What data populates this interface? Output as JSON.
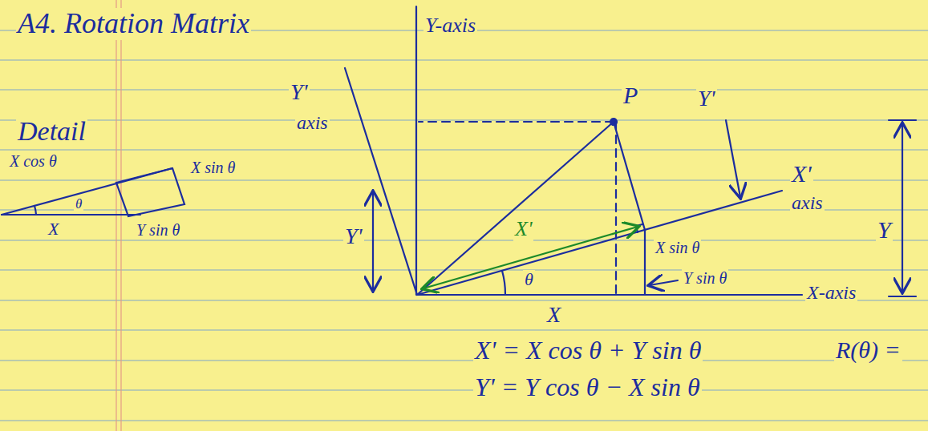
{
  "diagram": {
    "title": "A4. Rotation Matrix",
    "labels": [
      "Detail",
      "X cos θ",
      "θ",
      "X sin θ",
      "X",
      "Y sin θ",
      "Y-axis",
      "Y'",
      "axis",
      "Y'",
      "P",
      "Y'",
      "X'",
      "axis",
      "X'",
      "X sin θ",
      "Y sin θ",
      "θ",
      "X",
      "X-axis",
      "Y",
      "X' = X cos θ + Y sin θ",
      "Y' = Y cos θ − X sin θ",
      "R(θ) ="
    ]
  }
}
